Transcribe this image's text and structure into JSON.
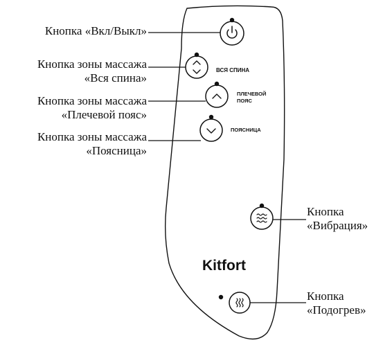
{
  "device": {
    "brand": "Kitfort",
    "labels": {
      "all_back": "ВСЯ СПИНА",
      "shoulder_line1": "ПЛЕЧЕВОЙ",
      "shoulder_line2": "ПОЯС",
      "lower_back": "ПОЯСНИЦА"
    }
  },
  "callouts": {
    "power": "Кнопка «Вкл/Выкл»",
    "all_back_line1": "Кнопка зоны массажа",
    "all_back_line2": "«Вся спина»",
    "shoulder_line1": "Кнопка зоны массажа",
    "shoulder_line2": "«Плечевой пояс»",
    "lower_back_line1": "Кнопка зоны массажа",
    "lower_back_line2": "«Поясница»",
    "vibration_line1": "Кнопка",
    "vibration_line2": "«Вибрация»",
    "heating_line1": "Кнопка",
    "heating_line2": "«Подогрев»"
  },
  "icons": {
    "power": "power-icon",
    "all_back": "up-down-chevrons-icon",
    "shoulder": "chevron-up-icon",
    "lower_back": "chevron-down-icon",
    "vibration": "vibration-waves-icon",
    "heating": "heat-waves-icon"
  },
  "colors": {
    "ink": "#111111",
    "remote_fill": "#ffffff"
  }
}
